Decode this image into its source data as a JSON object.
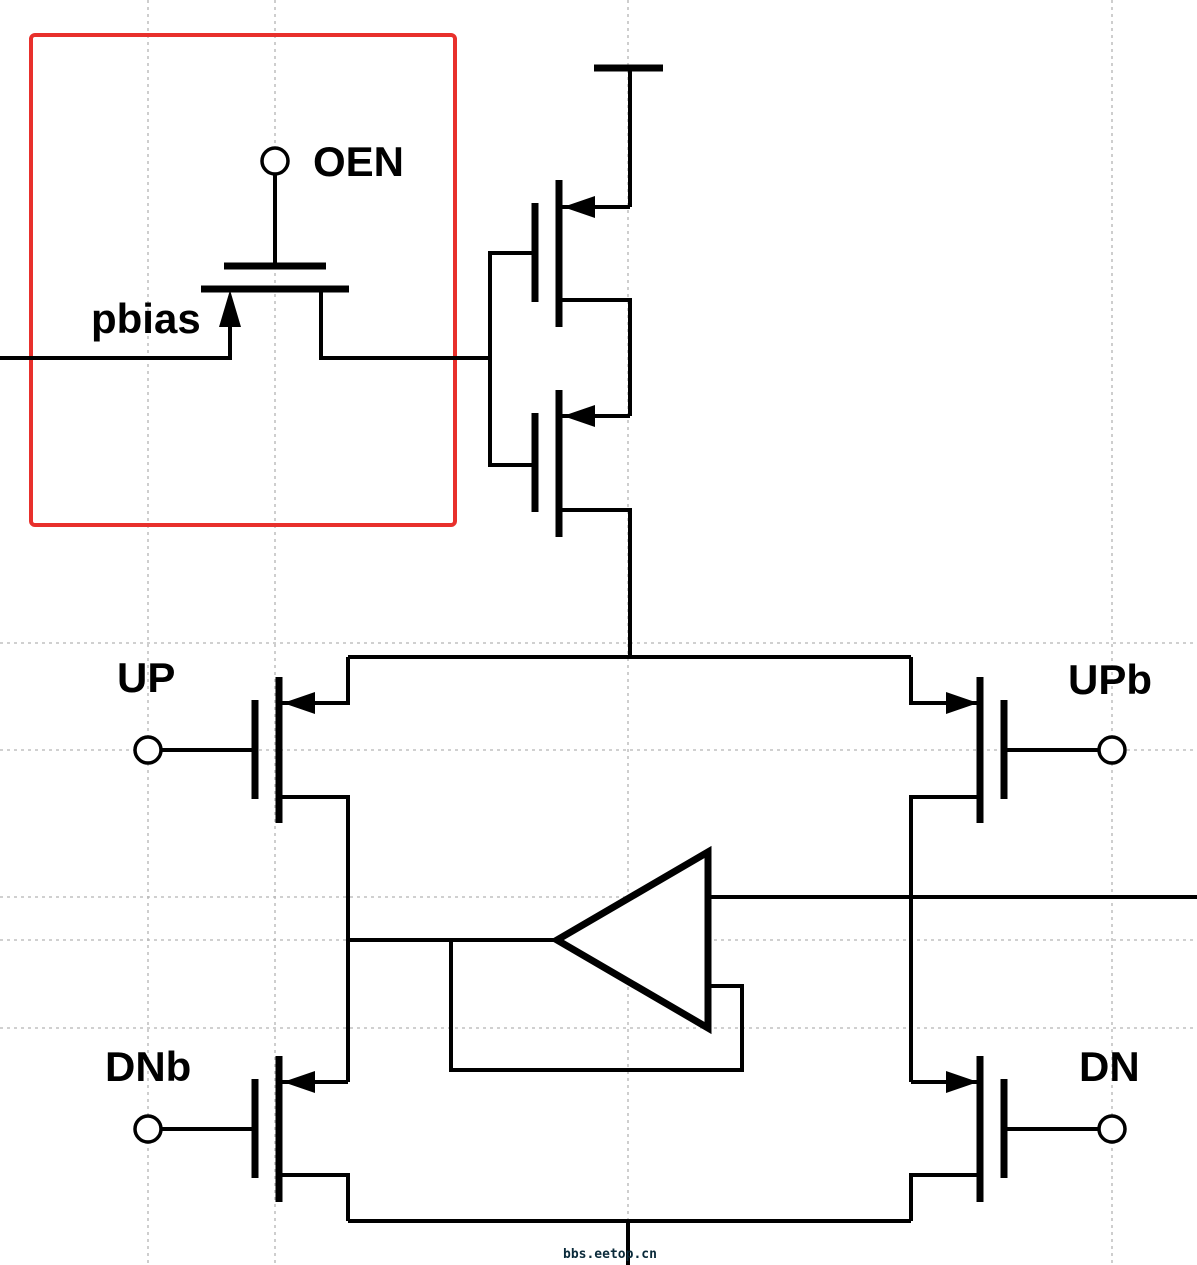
{
  "labels": {
    "oen": "OEN",
    "pbias": "pbias",
    "up": "UP",
    "upb": "UPb",
    "dnb": "DNb",
    "dn": "DN"
  },
  "watermark": "bbs.eetop.cn",
  "colors": {
    "highlight_box": "#e8302c",
    "wire": "#000000",
    "grid": "#b4b4b4"
  }
}
